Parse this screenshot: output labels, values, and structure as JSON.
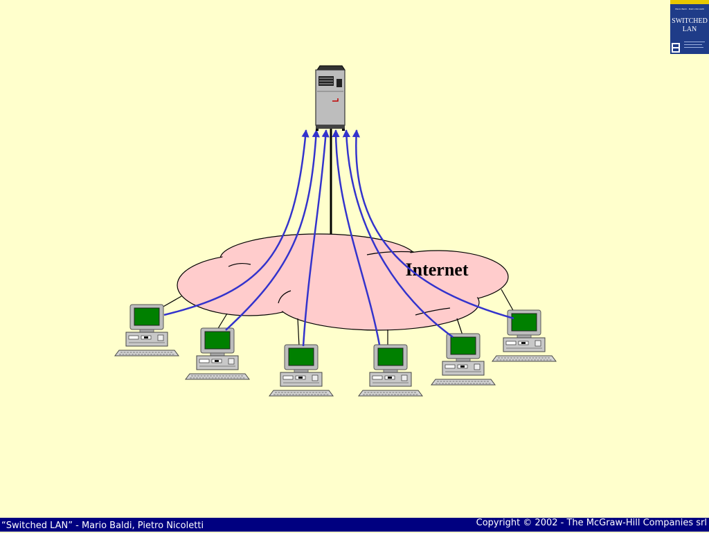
{
  "diagram": {
    "cloud_label": "Internet"
  },
  "book_cover": {
    "title_line1": "SWITCHED",
    "title_line2": "LAN",
    "authors": "Mario Baldi · Pietro Nicoletti"
  },
  "footer": {
    "left_text": "“Switched LAN” - Mario Baldi, Pietro Nicoletti",
    "right_text": "Copyright © 2002 - The McGraw-Hill Companies srl"
  },
  "colors": {
    "background": "#FFFFCC",
    "cloud_fill": "#FFCCCC",
    "flow_arrows": "#3333CC",
    "screen": "#008000",
    "footer_bar": "#000080",
    "book_cover": "#1F3C88"
  },
  "icons": [
    "server-icon",
    "workstation-icon",
    "cloud-icon",
    "book-cover-thumbnail"
  ]
}
